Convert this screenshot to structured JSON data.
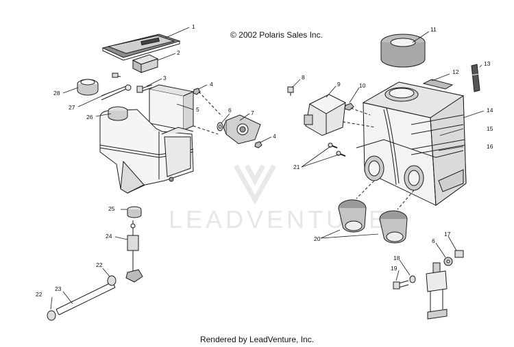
{
  "copyright": "© 2002 Polaris Sales Inc.",
  "footer": "Rendered by LeadVenture, Inc.",
  "watermark": "LEADVENTURE",
  "colors": {
    "line": "#1a1a1a",
    "fill_light": "#f2f2f2",
    "fill_mid": "#d9d9d9",
    "fill_dark": "#8c8c8c",
    "watermark": "#e6e6e6"
  },
  "callouts": [
    {
      "id": "c1",
      "label": "1"
    },
    {
      "id": "c2",
      "label": "2"
    },
    {
      "id": "c3",
      "label": "3"
    },
    {
      "id": "c4a",
      "label": "4"
    },
    {
      "id": "c4b",
      "label": "4"
    },
    {
      "id": "c5",
      "label": "5"
    },
    {
      "id": "c6a",
      "label": "6"
    },
    {
      "id": "c6b",
      "label": "6"
    },
    {
      "id": "c7",
      "label": "7"
    },
    {
      "id": "c8",
      "label": "8"
    },
    {
      "id": "c9",
      "label": "9"
    },
    {
      "id": "c10",
      "label": "10"
    },
    {
      "id": "c11",
      "label": "11"
    },
    {
      "id": "c12",
      "label": "12"
    },
    {
      "id": "c13",
      "label": "13"
    },
    {
      "id": "c14",
      "label": "14"
    },
    {
      "id": "c15",
      "label": "15"
    },
    {
      "id": "c16",
      "label": "16"
    },
    {
      "id": "c17",
      "label": "17"
    },
    {
      "id": "c18",
      "label": "18"
    },
    {
      "id": "c19",
      "label": "19"
    },
    {
      "id": "c20",
      "label": "20"
    },
    {
      "id": "c21",
      "label": "21"
    },
    {
      "id": "c22a",
      "label": "22"
    },
    {
      "id": "c22b",
      "label": "22"
    },
    {
      "id": "c23",
      "label": "23"
    },
    {
      "id": "c24",
      "label": "24"
    },
    {
      "id": "c25",
      "label": "25"
    },
    {
      "id": "c26",
      "label": "26"
    },
    {
      "id": "c27",
      "label": "27"
    },
    {
      "id": "c28",
      "label": "28"
    }
  ]
}
